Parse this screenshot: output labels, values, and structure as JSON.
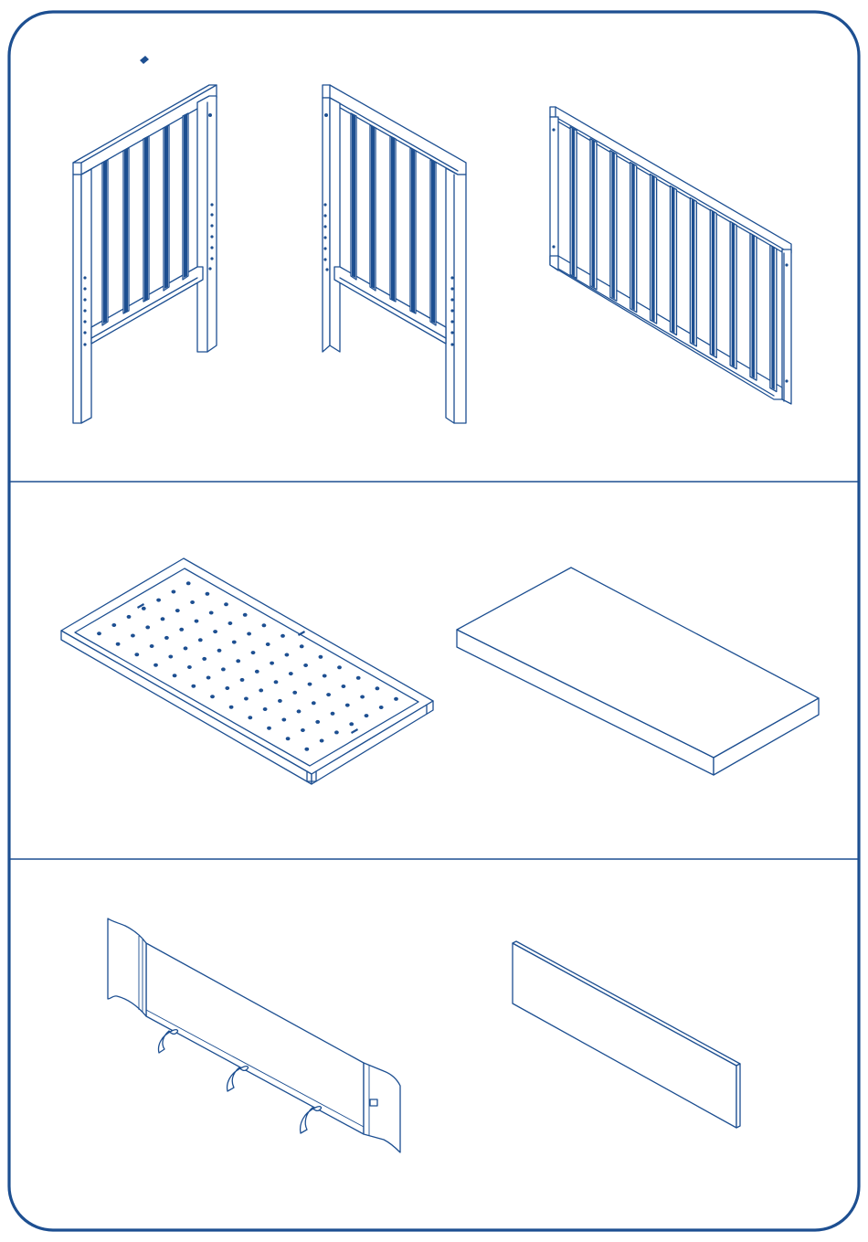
{
  "sheet": {
    "sections": [
      {
        "id": "frames",
        "parts": [
          "left-headboard",
          "right-headboard",
          "side-rail"
        ]
      },
      {
        "id": "base",
        "parts": [
          "slatted-base",
          "mattress"
        ]
      },
      {
        "id": "textiles",
        "parts": [
          "bumper",
          "cover-panel"
        ]
      }
    ]
  },
  "colors": {
    "line": "#1d4f91",
    "background": "#ffffff"
  }
}
